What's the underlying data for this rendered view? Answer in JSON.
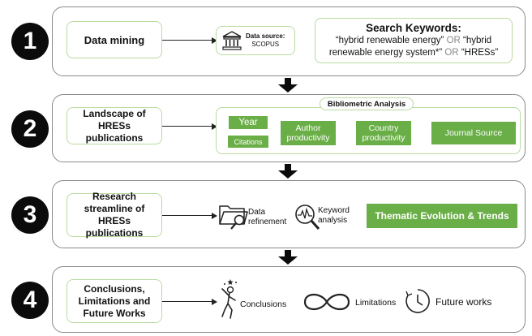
{
  "steps": [
    {
      "number": "1",
      "title": "Data mining"
    },
    {
      "number": "2",
      "title": "Landscape of HRESs publications"
    },
    {
      "number": "3",
      "title": "Research streamline of HRESs publications"
    },
    {
      "number": "4",
      "title": "Conclusions, Limitations and Future Works"
    }
  ],
  "step1": {
    "source_label": "Data source:",
    "source_value": "SCOPUS",
    "keywords_title": "Search Keywords:",
    "kw_line1_a": "“hybrid renewable energy”",
    "kw_or": "OR",
    "kw_line1_b": "“hybrid",
    "kw_line2_a": "renewable energy system*”",
    "kw_line2_b": "“HRESs”"
  },
  "step2": {
    "group_label": "Bibliometric Analysis",
    "chips": [
      "Year",
      "Citations",
      "Author productivity",
      "Country productivity",
      "Journal Source"
    ]
  },
  "step3": {
    "data_refinement": "Data refinement",
    "keyword_analysis": "Keyword analysis",
    "thematic": "Thematic Evolution & Trends"
  },
  "step4": {
    "conclusions": "Conclusions",
    "limitations": "Limitations",
    "future_works": "Future works"
  },
  "colors": {
    "accent_green": "#6aae47",
    "box_border_green": "#b9dba0",
    "number_circle": "#0b0b0b"
  }
}
